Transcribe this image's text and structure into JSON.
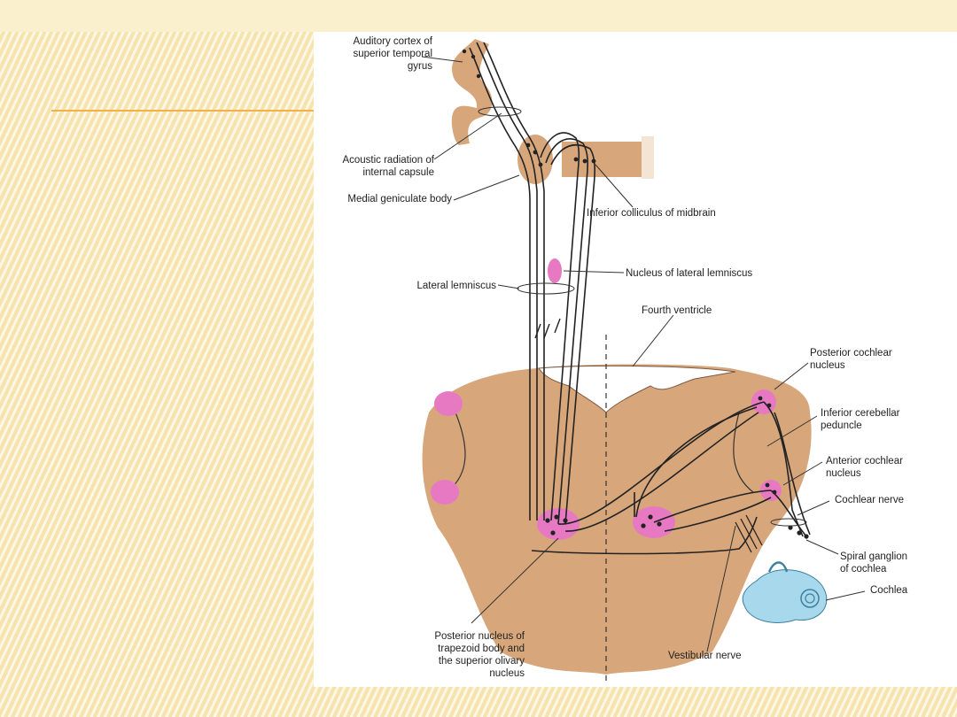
{
  "diagram": {
    "labels": {
      "auditory_cortex": "Auditory cortex of\nsuperior temporal\ngyrus",
      "acoustic_radiation": "Acoustic radiation of\ninternal capsule",
      "medial_geniculate": "Medial geniculate body",
      "inferior_colliculus": "Inferior colliculus of midbrain",
      "nucleus_lateral_lemniscus": "Nucleus of lateral lemniscus",
      "lateral_lemniscus": "Lateral lemniscus",
      "fourth_ventricle": "Fourth ventricle",
      "posterior_cochlear": "Posterior cochlear\nnucleus",
      "inferior_cerebellar": "Inferior cerebellar\npeduncle",
      "anterior_cochlear": "Anterior cochlear\nnucleus",
      "cochlear_nerve": "Cochlear nerve",
      "spiral_ganglion": "Spiral ganglion\nof cochlea",
      "cochlea": "Cochlea",
      "posterior_nucleus_trapezoid": "Posterior nucleus of\ntrapezoid body and\nthe superior olivary\nnucleus",
      "vestibular_nerve": "Vestibular nerve"
    },
    "colors": {
      "tissue": "#d7a77b",
      "nucleus": "#e679c2",
      "cochlea": "#a8d8ec",
      "fibers": "#222222"
    }
  }
}
